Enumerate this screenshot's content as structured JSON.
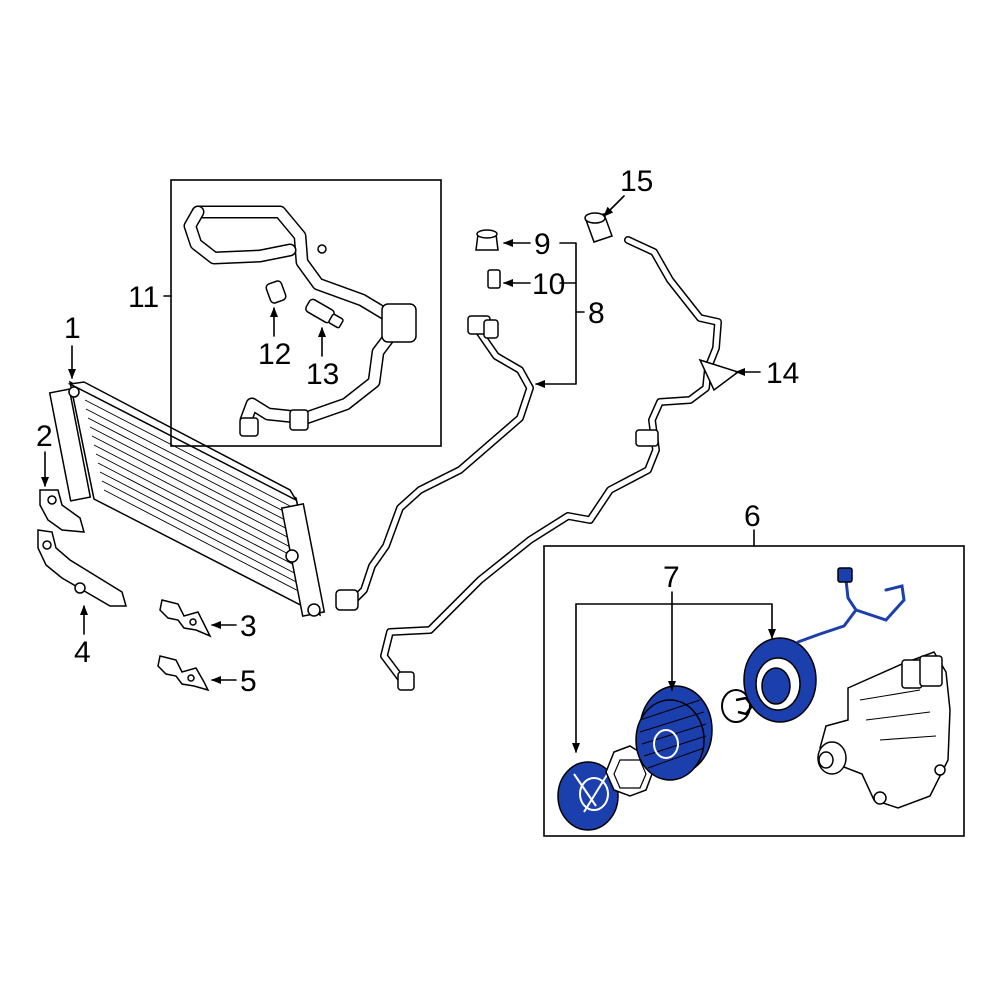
{
  "callouts": {
    "c1": "1",
    "c2": "2",
    "c3": "3",
    "c4": "4",
    "c5": "5",
    "c6": "6",
    "c7": "7",
    "c8": "8",
    "c9": "9",
    "c10": "10",
    "c11": "11",
    "c12": "12",
    "c13": "13",
    "c14": "14",
    "c15": "15"
  },
  "colors": {
    "highlight": "#1c3fae",
    "line": "#000000",
    "background": "#ffffff"
  },
  "highlighted_parts": [
    "compressor-front-plate",
    "compressor-pulley",
    "compressor-field-coil",
    "field-coil-wire-harness"
  ]
}
